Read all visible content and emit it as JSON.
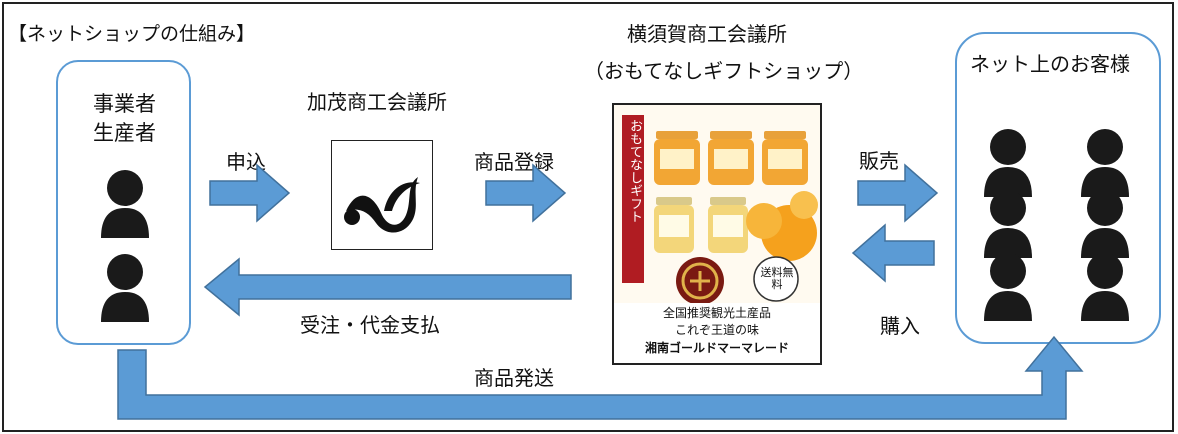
{
  "title": "【ネットショップの仕組み】",
  "nodes": {
    "business": {
      "label_line1": "事業者",
      "label_line2": "生産者"
    },
    "kamo": {
      "label": "加茂商工会議所"
    },
    "yokosuka": {
      "label_line1": "横須賀商工会議所",
      "label_line2": "（おもてなしギフトショップ）"
    },
    "customers": {
      "label": "ネット上のお客様"
    }
  },
  "flows": {
    "apply": "申込",
    "register": "商品登録",
    "sell": "販売",
    "purchase": "購入",
    "order_payment": "受注・代金支払",
    "ship": "商品発送"
  },
  "product_poster": {
    "vertical_banner": "おもてなしギフト",
    "badge": "送料無料",
    "caption_line1": "全国推奨観光土産品",
    "caption_line2": "これぞ王道の味",
    "caption_line3": "湘南ゴールドマーマレード"
  },
  "colors": {
    "arrow_fill": "#5b9bd5",
    "arrow_stroke": "#41719c",
    "box_border": "#5b9bd5",
    "person": "#1a1a1a"
  }
}
